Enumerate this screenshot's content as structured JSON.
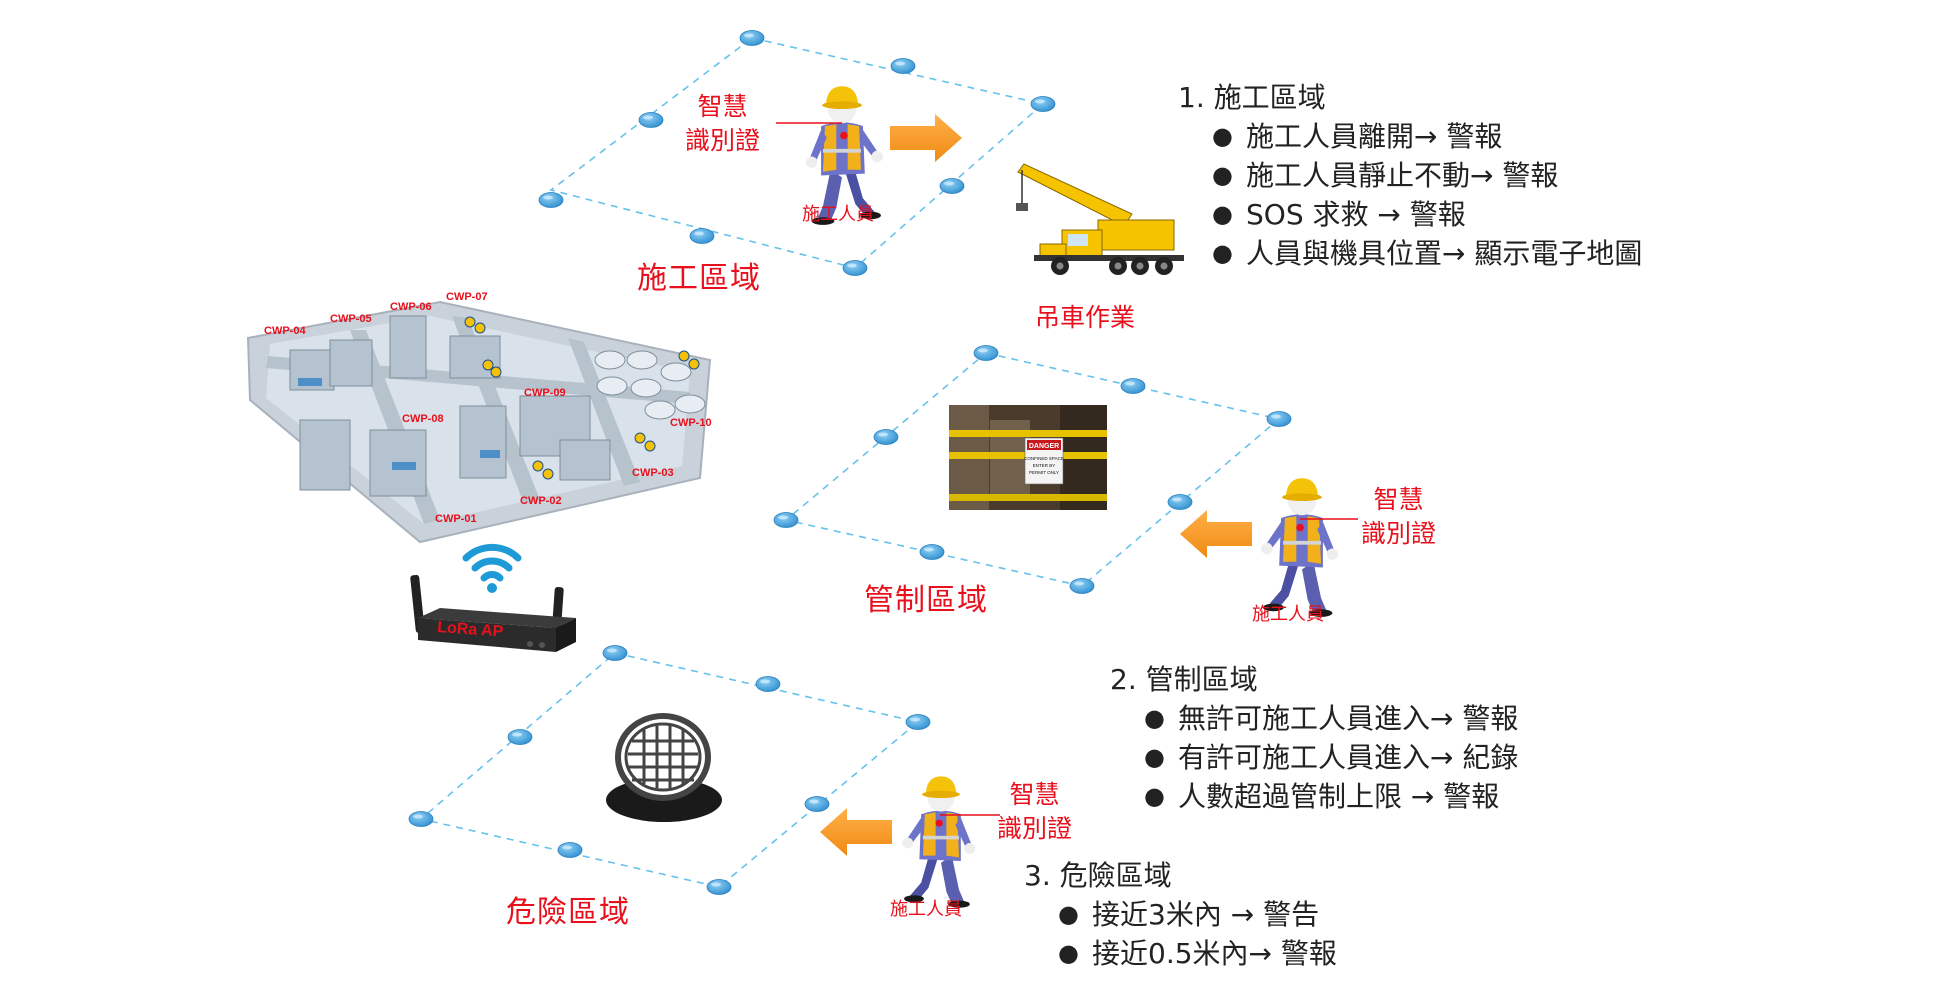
{
  "zones": {
    "construction": {
      "label": "施工區域"
    },
    "controlled": {
      "label": "管制區域"
    },
    "danger": {
      "label": "危險區域"
    }
  },
  "crane_label": "吊車作業",
  "smart_card": {
    "line1": "智慧",
    "line2": "識別證"
  },
  "worker_label": "施工人員",
  "gateway_label": "LoRa AP",
  "plant_sites": [
    "CWP-01",
    "CWP-02",
    "CWP-03",
    "CWP-04",
    "CWP-05",
    "CWP-06",
    "CWP-07",
    "CWP-08",
    "CWP-09",
    "CWP-10"
  ],
  "danger_sign": {
    "title": "DANGER",
    "line1": "CONFINED SPACE",
    "line2": "ENTER BY",
    "line3": "PERMIT ONLY"
  },
  "info_blocks": [
    {
      "title": "1. 施工區域",
      "items": [
        "施工人員離開→ 警報",
        "施工人員靜止不動→ 警報",
        "SOS 求救 → 警報",
        "人員與機具位置→ 顯示電子地圖"
      ]
    },
    {
      "title": "2. 管制區域",
      "items": [
        "無許可施工人員進入→ 警報",
        "有許可施工人員進入→ 紀錄",
        "人數超過管制上限 → 警報"
      ]
    },
    {
      "title": "3. 危險區域",
      "items": [
        "接近3米內 → 警告",
        "接近0.5米內→ 警報"
      ]
    }
  ],
  "colors": {
    "accent_red": "#e8101c",
    "arrow_orange": "#f7941d",
    "beacon_blue": "#3fa1e0",
    "dash_blue": "#66c2ec",
    "wifi_blue": "#1e9ad6"
  }
}
